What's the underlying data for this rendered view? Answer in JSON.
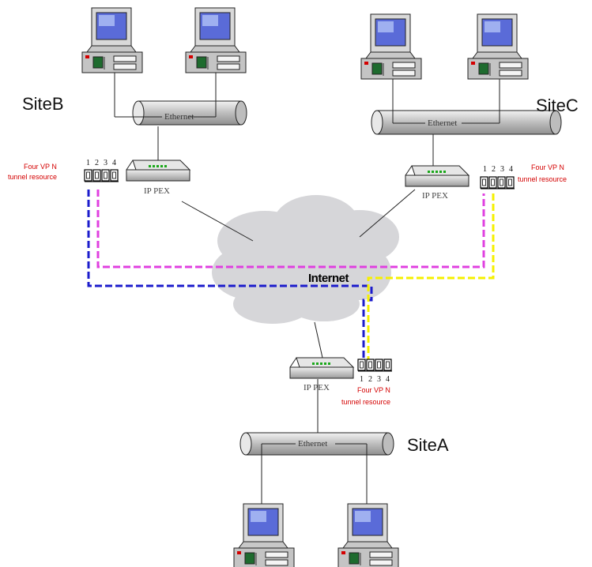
{
  "sites": {
    "a": {
      "name": "SiteA"
    },
    "b": {
      "name": "SiteB"
    },
    "c": {
      "name": "SiteC"
    }
  },
  "network": {
    "ethernet_label": "Ethernet",
    "device_label": "IP PEX",
    "internet_label": "Internet"
  },
  "vpn": {
    "label_line1": "Four VP N",
    "label_line2": "tunnel resource",
    "channels": [
      "1",
      "2",
      "3",
      "4"
    ]
  },
  "colors": {
    "tunnel_blue": "#1c1ccc",
    "tunnel_magenta": "#e040e0",
    "tunnel_yellow": "#f5f000",
    "vpn_text": "#d40000",
    "cloud": "#d6d6d9",
    "screen": "#5a6bd8"
  },
  "icons": {
    "computer": "computer-icon",
    "router": "router-icon",
    "cloud": "cloud-icon",
    "tunnel_block": "tunnel-block-icon"
  }
}
